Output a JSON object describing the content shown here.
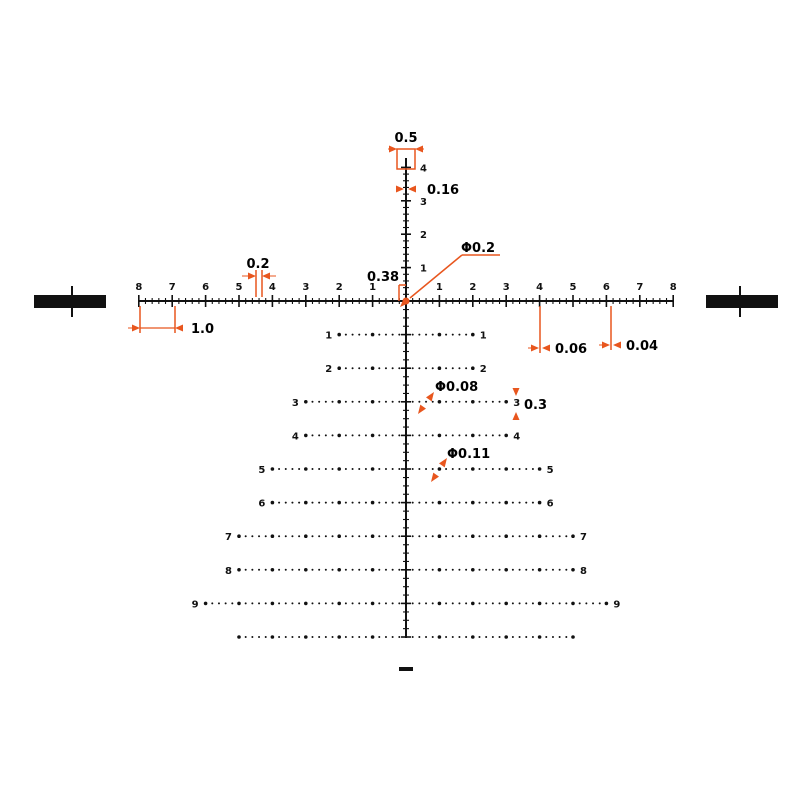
{
  "colors": {
    "reticle": "#111111",
    "annotation": "#e8561e",
    "background": "#ffffff"
  },
  "horizontal_scale": {
    "left_labels": [
      "8",
      "7",
      "6",
      "5",
      "4",
      "3",
      "2",
      "1"
    ],
    "right_labels": [
      "1",
      "2",
      "3",
      "4",
      "5",
      "6",
      "7",
      "8"
    ]
  },
  "vertical_scale": {
    "labels": [
      "1",
      "2",
      "3",
      "4"
    ]
  },
  "holdover_rows": [
    {
      "left_label": "1",
      "right_label": "1",
      "dots": 2
    },
    {
      "left_label": "2",
      "right_label": "2",
      "dots": 2
    },
    {
      "left_label": "3",
      "right_label": "3",
      "dots": 3
    },
    {
      "left_label": "4",
      "right_label": "4",
      "dots": 3
    },
    {
      "left_label": "5",
      "right_label": "5",
      "dots": 4
    },
    {
      "left_label": "6",
      "right_label": "6",
      "dots": 4
    },
    {
      "left_label": "7",
      "right_label": "7",
      "dots": 5
    },
    {
      "left_label": "8",
      "right_label": "8",
      "dots": 5
    },
    {
      "left_label": "9",
      "right_label": "9",
      "dots": 6
    },
    {
      "left_label": "",
      "right_label": "",
      "dots": 5
    }
  ],
  "dimensions": {
    "top_post_width": "0.5",
    "top_post_line": "0.16",
    "center_dot": "Φ0.2",
    "center_gap": "0.38",
    "tick_spacing": "0.2",
    "major_spacing": "1.0",
    "long_tick_width": "0.06",
    "thin_tick_width": "0.04",
    "small_dot": "Φ0.08",
    "row_height": "0.3",
    "large_dot": "Φ0.11"
  }
}
